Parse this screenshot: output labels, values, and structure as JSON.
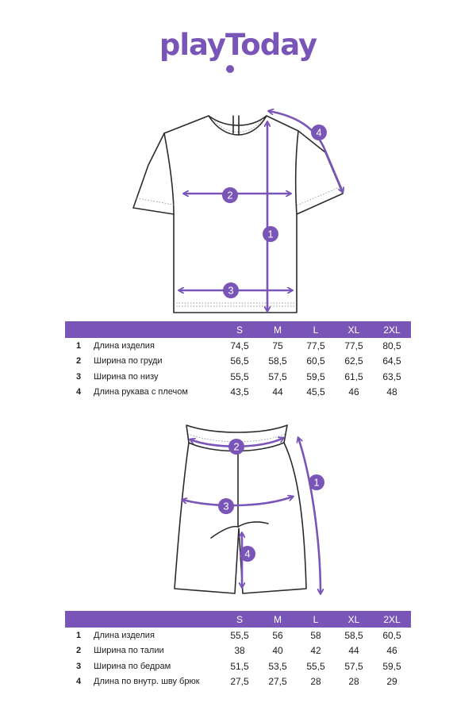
{
  "brand": {
    "name": "playToday",
    "color": "#7a55b8"
  },
  "tshirt_table": {
    "sizes": [
      "S",
      "M",
      "L",
      "XL",
      "2XL"
    ],
    "rows": [
      {
        "num": "1",
        "label": "Длина изделия",
        "values": [
          "74,5",
          "75",
          "77,5",
          "77,5",
          "80,5"
        ]
      },
      {
        "num": "2",
        "label": "Ширина по груди",
        "values": [
          "56,5",
          "58,5",
          "60,5",
          "62,5",
          "64,5"
        ]
      },
      {
        "num": "3",
        "label": "Ширина по низу",
        "values": [
          "55,5",
          "57,5",
          "59,5",
          "61,5",
          "63,5"
        ]
      },
      {
        "num": "4",
        "label": "Длина рукава с плечом",
        "values": [
          "43,5",
          "44",
          "45,5",
          "46",
          "48"
        ]
      }
    ]
  },
  "shorts_table": {
    "sizes": [
      "S",
      "M",
      "L",
      "XL",
      "2XL"
    ],
    "rows": [
      {
        "num": "1",
        "label": "Длина изделия",
        "values": [
          "55,5",
          "56",
          "58",
          "58,5",
          "60,5"
        ]
      },
      {
        "num": "2",
        "label": "Ширина по талии",
        "values": [
          "38",
          "40",
          "42",
          "44",
          "46"
        ]
      },
      {
        "num": "3",
        "label": "Ширина по бедрам",
        "values": [
          "51,5",
          "53,5",
          "55,5",
          "57,5",
          "59,5"
        ]
      },
      {
        "num": "4",
        "label": "Длина по внутр. шву брюк",
        "values": [
          "27,5",
          "27,5",
          "28",
          "28",
          "29"
        ]
      }
    ]
  },
  "tshirt_markers": [
    "1",
    "2",
    "3",
    "4"
  ],
  "shorts_markers": [
    "1",
    "2",
    "3",
    "4"
  ]
}
